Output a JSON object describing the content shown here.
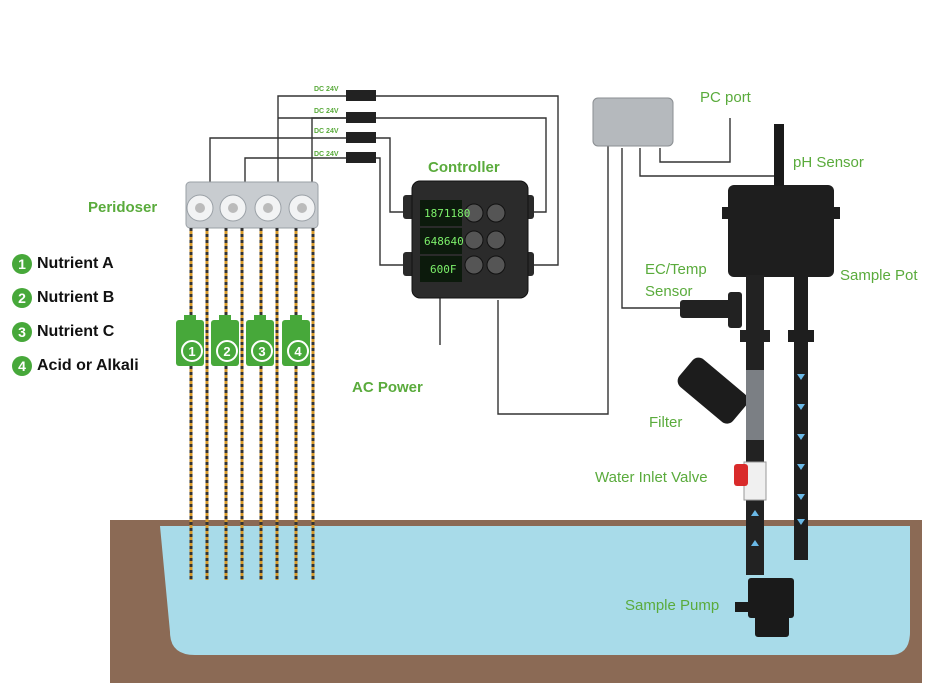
{
  "labels": {
    "peridoser": "Peridoser",
    "controller": "Controller",
    "ac_power": "AC Power",
    "pc_port": "PC port",
    "ph_sensor": "pH Sensor",
    "sample_pot": "Sample Pot",
    "ec_temp_sensor_line1": "EC/Temp",
    "ec_temp_sensor_line2": "Sensor",
    "filter": "Filter",
    "water_inlet_valve": "Water Inlet Valve",
    "sample_pump": "Sample Pump"
  },
  "legend": [
    {
      "num": "1",
      "label": "Nutrient A"
    },
    {
      "num": "2",
      "label": "Nutrient B"
    },
    {
      "num": "3",
      "label": "Nutrient C"
    },
    {
      "num": "4",
      "label": "Acid or Alkali"
    }
  ],
  "bottles": [
    "1",
    "2",
    "3",
    "4"
  ],
  "power_tags": [
    "DC 24V",
    "DC 24V",
    "DC 24V",
    "DC 24V"
  ],
  "controller_display": [
    "1871180",
    "648640",
    "600F"
  ],
  "colors": {
    "accent_green": "#5aab3c",
    "bottle_green": "#47a83a",
    "water": "#a8dbe9",
    "soil": "#8b6a55",
    "flow_arrow": "#6ab8e6",
    "device_dark": "#2a2a2a"
  }
}
